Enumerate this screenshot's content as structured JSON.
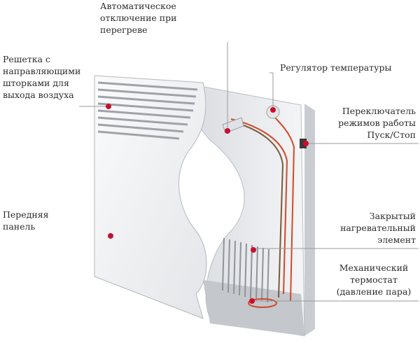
{
  "labels": {
    "auto_shutoff": {
      "lines": [
        "Автоматическое",
        "отключение при",
        "перегреве"
      ]
    },
    "grille": {
      "lines": [
        "Решетка с",
        "направляющими",
        "шторками для",
        "выхода воздуха"
      ]
    },
    "front_panel": {
      "lines": [
        "Передняя",
        "панель"
      ]
    },
    "thermostat_regulator": {
      "lines": [
        "Регулятор температуры"
      ]
    },
    "mode_switch": {
      "lines": [
        "Переключатель",
        "режимов работы",
        "Пуск/Стоп"
      ]
    },
    "heating_element": {
      "lines": [
        "Закрытый",
        "нагревательный",
        "элемент"
      ]
    },
    "mechanical_thermostat": {
      "lines": [
        "Механический",
        "термостат",
        "(давление пара)"
      ]
    }
  },
  "colors": {
    "pointer": "#c8102e",
    "line": "#9a9a9a",
    "panel": "#f2f3f5",
    "panel_shadow": "#cfd2d6",
    "wire_red": "#d04a2a",
    "heater": "#a9a9a9"
  }
}
